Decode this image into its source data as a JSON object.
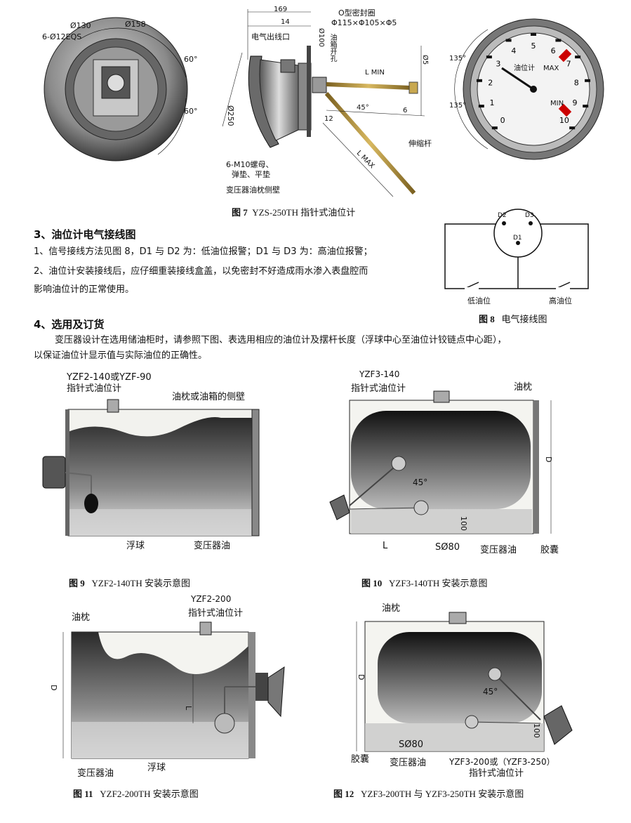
{
  "fig7": {
    "caption_num": "图 7",
    "caption_text": "YZS-250TH 指针式油位计",
    "front": {
      "d130": "Ø130",
      "d158": "Ø158",
      "holes": "6-Ø12EQS",
      "ang1": "60°",
      "ang2": "60°"
    },
    "side": {
      "d169": "169",
      "d14": "14",
      "seal": "O型密封圈",
      "seal_dim": "Φ115×Φ105×Φ5",
      "outlet": "电气出线口",
      "d100": "Ø100",
      "hole": "油箱开孔",
      "lmin": "L MIN",
      "d5": "Ø5",
      "d250": "Ø250",
      "d12": "12",
      "deg45": "45°",
      "d6": "6",
      "rod": "伸缩杆",
      "lmax": "L MAX",
      "bolts1": "6-M10螺母、",
      "bolts2": "弹垫、平垫",
      "wall": "变压器油枕侧壁"
    },
    "dial": {
      "title": "油位计",
      "max": "MAX",
      "min": "MIN",
      "ang1": "135°",
      "ang2": "135°",
      "nums": [
        "0",
        "1",
        "2",
        "3",
        "4",
        "5",
        "6",
        "7",
        "8",
        "9",
        "10"
      ]
    }
  },
  "sec3": {
    "heading": "3、油位计电气接线图",
    "line1": "1、信号接线方法见图 8，D1 与 D2 为：低油位报警；D1 与 D3 为：高油位报警；",
    "line2a": "2、油位计安装接线后，应仔细重装接线盒盖，以免密封不好造成雨水渗入表盘腔而",
    "line2b": "影响油位计的正常使用。"
  },
  "fig8": {
    "d1": "D1",
    "d2": "D2",
    "d3": "D3",
    "low": "低油位",
    "high": "高油位",
    "caption_num": "图 8",
    "caption_text": "电气接线图"
  },
  "sec4": {
    "heading": "4、选用及订货",
    "line1": "变压器设计在选用储油柜时，请参照下图、表选用相应的油位计及摆杆长度（浮球中心至油位计铰链点中心距），",
    "line2": "以保证油位计显示值与实际油位的正确性。"
  },
  "fig9": {
    "model1": "YZF2-140或YZF-90",
    "model2": "指针式油位计",
    "wall": "油枕或油箱的侧壁",
    "float": "浮球",
    "oil": "变压器油",
    "caption_num": "图 9",
    "caption_text": "YZF2-140TH  安装示意图"
  },
  "fig10": {
    "model1": "YZF3-140",
    "model2": "指针式油位计",
    "tank": "油枕",
    "D": "D",
    "deg": "45°",
    "d100": "100",
    "L": "L",
    "ball": "SØ80",
    "oil": "变压器油",
    "bag": "胶囊",
    "caption_num": "图 10",
    "caption_text": "YZF3-140TH  安装示意图"
  },
  "fig11": {
    "model1": "YZF2-200",
    "model2": "指针式油位计",
    "tank": "油枕",
    "D": "D",
    "L": "L",
    "oil": "变压器油",
    "float": "浮球",
    "caption_num": "图 11",
    "caption_text": "YZF2-200TH  安装示意图"
  },
  "fig12": {
    "tank": "油枕",
    "D": "D",
    "deg": "45°",
    "d100": "100",
    "ball": "SØ80",
    "bag": "胶囊",
    "oil": "变压器油",
    "model1": "YZF3-200或（YZF3-250）",
    "model2": "指针式油位计",
    "caption_num": "图 12",
    "caption_text": "YZF3-200TH 与 YZF3-250TH  安装示意图"
  }
}
